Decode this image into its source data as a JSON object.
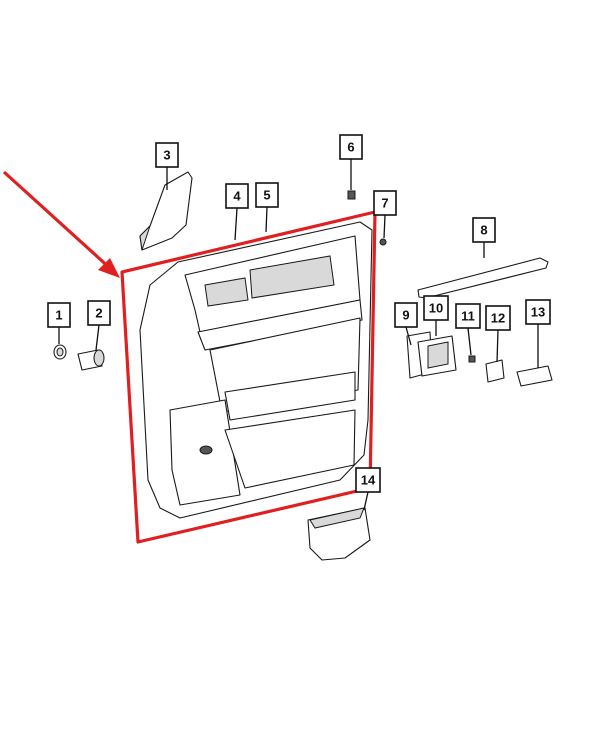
{
  "figure": {
    "highlight_color": "#e02020",
    "line_color": "#111111",
    "callouts": [
      {
        "id": "1",
        "label": "1"
      },
      {
        "id": "2",
        "label": "2"
      },
      {
        "id": "3",
        "label": "3"
      },
      {
        "id": "4",
        "label": "4"
      },
      {
        "id": "5",
        "label": "5"
      },
      {
        "id": "6",
        "label": "6"
      },
      {
        "id": "7",
        "label": "7"
      },
      {
        "id": "8",
        "label": "8"
      },
      {
        "id": "9",
        "label": "9"
      },
      {
        "id": "10",
        "label": "10"
      },
      {
        "id": "11",
        "label": "11"
      },
      {
        "id": "12",
        "label": "12"
      },
      {
        "id": "13",
        "label": "13"
      },
      {
        "id": "14",
        "label": "14"
      }
    ]
  }
}
